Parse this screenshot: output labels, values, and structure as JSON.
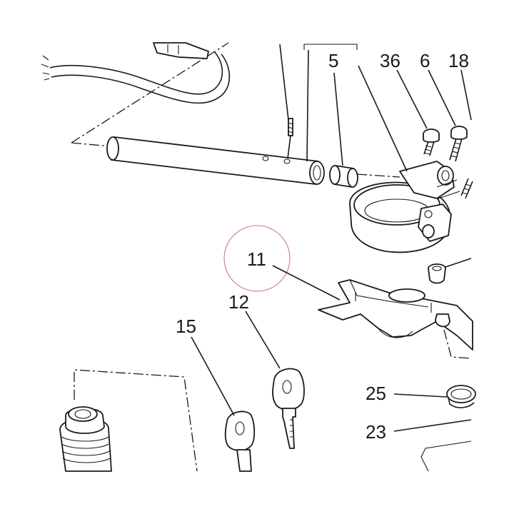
{
  "colors": {
    "ink": "#1a1a1a",
    "key_head": "#6e6e6e",
    "highlight_circle": "#c9788a"
  },
  "labels": {
    "part_5": "5",
    "part_36": "36",
    "part_6": "6",
    "part_18": "18",
    "part_11": "11",
    "part_12": "12",
    "part_15": "15",
    "part_25": "25",
    "part_23": "23"
  }
}
